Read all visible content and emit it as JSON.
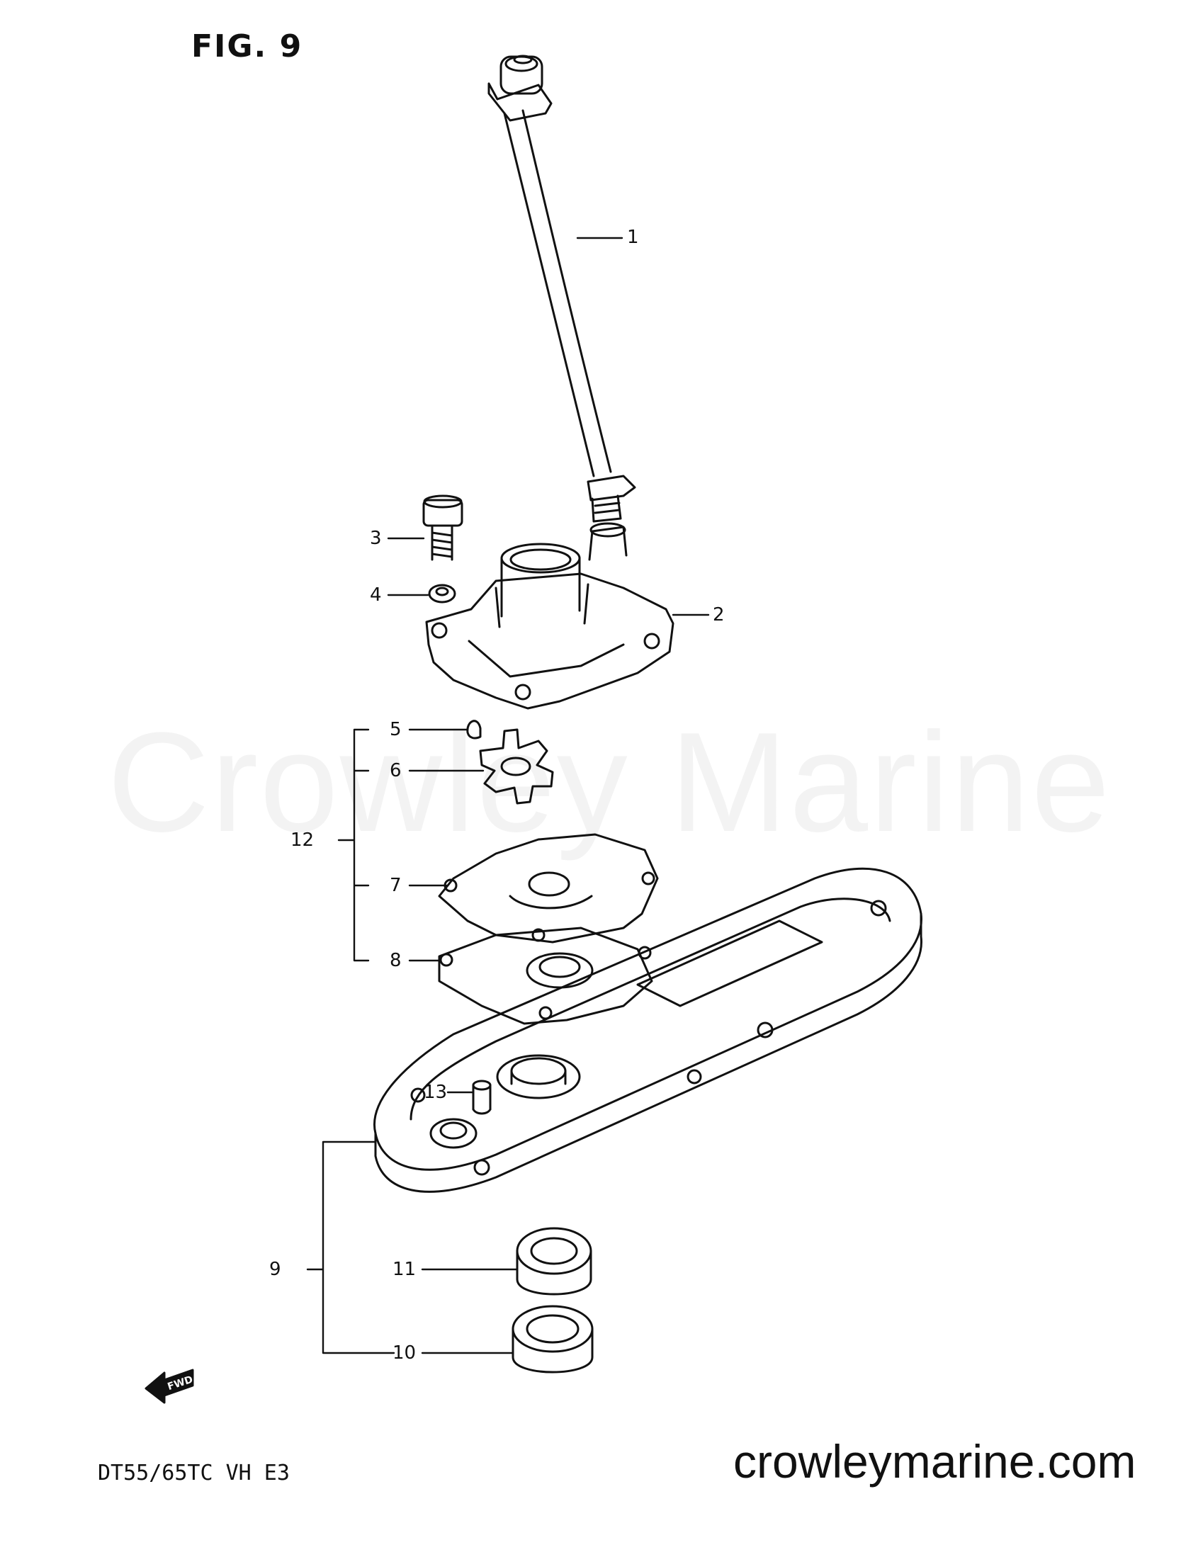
{
  "figure": {
    "title": "FIG. 9",
    "model_code": "DT55/65TC VH E3",
    "watermark": "Crowley Marine",
    "site_url": "crowleymarine.com",
    "fwd_label": "FWD"
  },
  "callouts": {
    "c1": "1",
    "c2": "2",
    "c3": "3",
    "c4": "4",
    "c5": "5",
    "c6": "6",
    "c7": "7",
    "c8": "8",
    "c9": "9",
    "c10": "10",
    "c11": "11",
    "c12": "12",
    "c13": "13"
  }
}
